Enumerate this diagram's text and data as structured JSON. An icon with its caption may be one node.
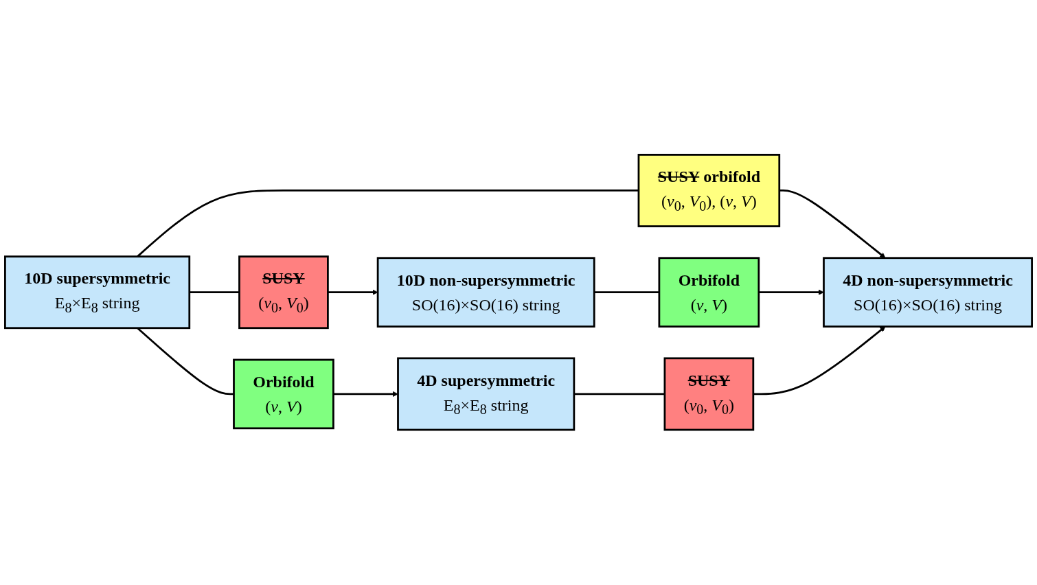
{
  "diagram": {
    "nodes": [
      {
        "text": [
          "10D supersymmetric",
          "E$_{8}$×E$_{8}$ string"
        ]
      },
      {
        "text": [
          "SUSY",
          "(*v*$_{0}$, *V*$_{0}$)"
        ]
      },
      {
        "text": [
          "10D non-supersymmetric",
          "SO(16)×SO(16) string"
        ]
      },
      {
        "text": [
          "Orbifold",
          "(*v*, *V*)"
        ]
      },
      {
        "text": [
          "SUSY orbifold",
          "(*v*$_{0}$, *V*$_{0}$), (*v*, *V*)"
        ]
      },
      {
        "text": [
          "Orbifold",
          "(*v*, *V*)"
        ]
      },
      {
        "text": [
          "4D supersymmetric",
          "E$_{8}$×E$_{8}$ string"
        ]
      },
      {
        "text": [
          "SUSY",
          "(*v*$_{0}$, *V*$_{0}$)"
        ]
      },
      {
        "text": [
          "4D non-supersymmetric",
          "SO(16)×SO(16) string"
        ]
      }
    ],
    "edges": [
      {
        "from": 0,
        "to": 1,
        "arrow": "none"
      },
      {
        "from": 1,
        "to": 2,
        "arrow": "to"
      },
      {
        "from": 0,
        "to": 3,
        "arrow": "none"
      },
      {
        "from": 3,
        "to": 6,
        "arrow": "to"
      },
      {
        "from": 0,
        "to": 4,
        "arrow": "none"
      },
      {
        "from": 4,
        "to": 8,
        "arrow": "to"
      },
      {
        "from": 2,
        "to": 5,
        "arrow": "none"
      },
      {
        "from": 5,
        "to": 8,
        "arrow": "to"
      },
      {
        "from": 6,
        "to": 7,
        "arrow": "none"
      },
      {
        "from": 7,
        "to": 8,
        "arrow": "to"
      }
    ]
  }
}
